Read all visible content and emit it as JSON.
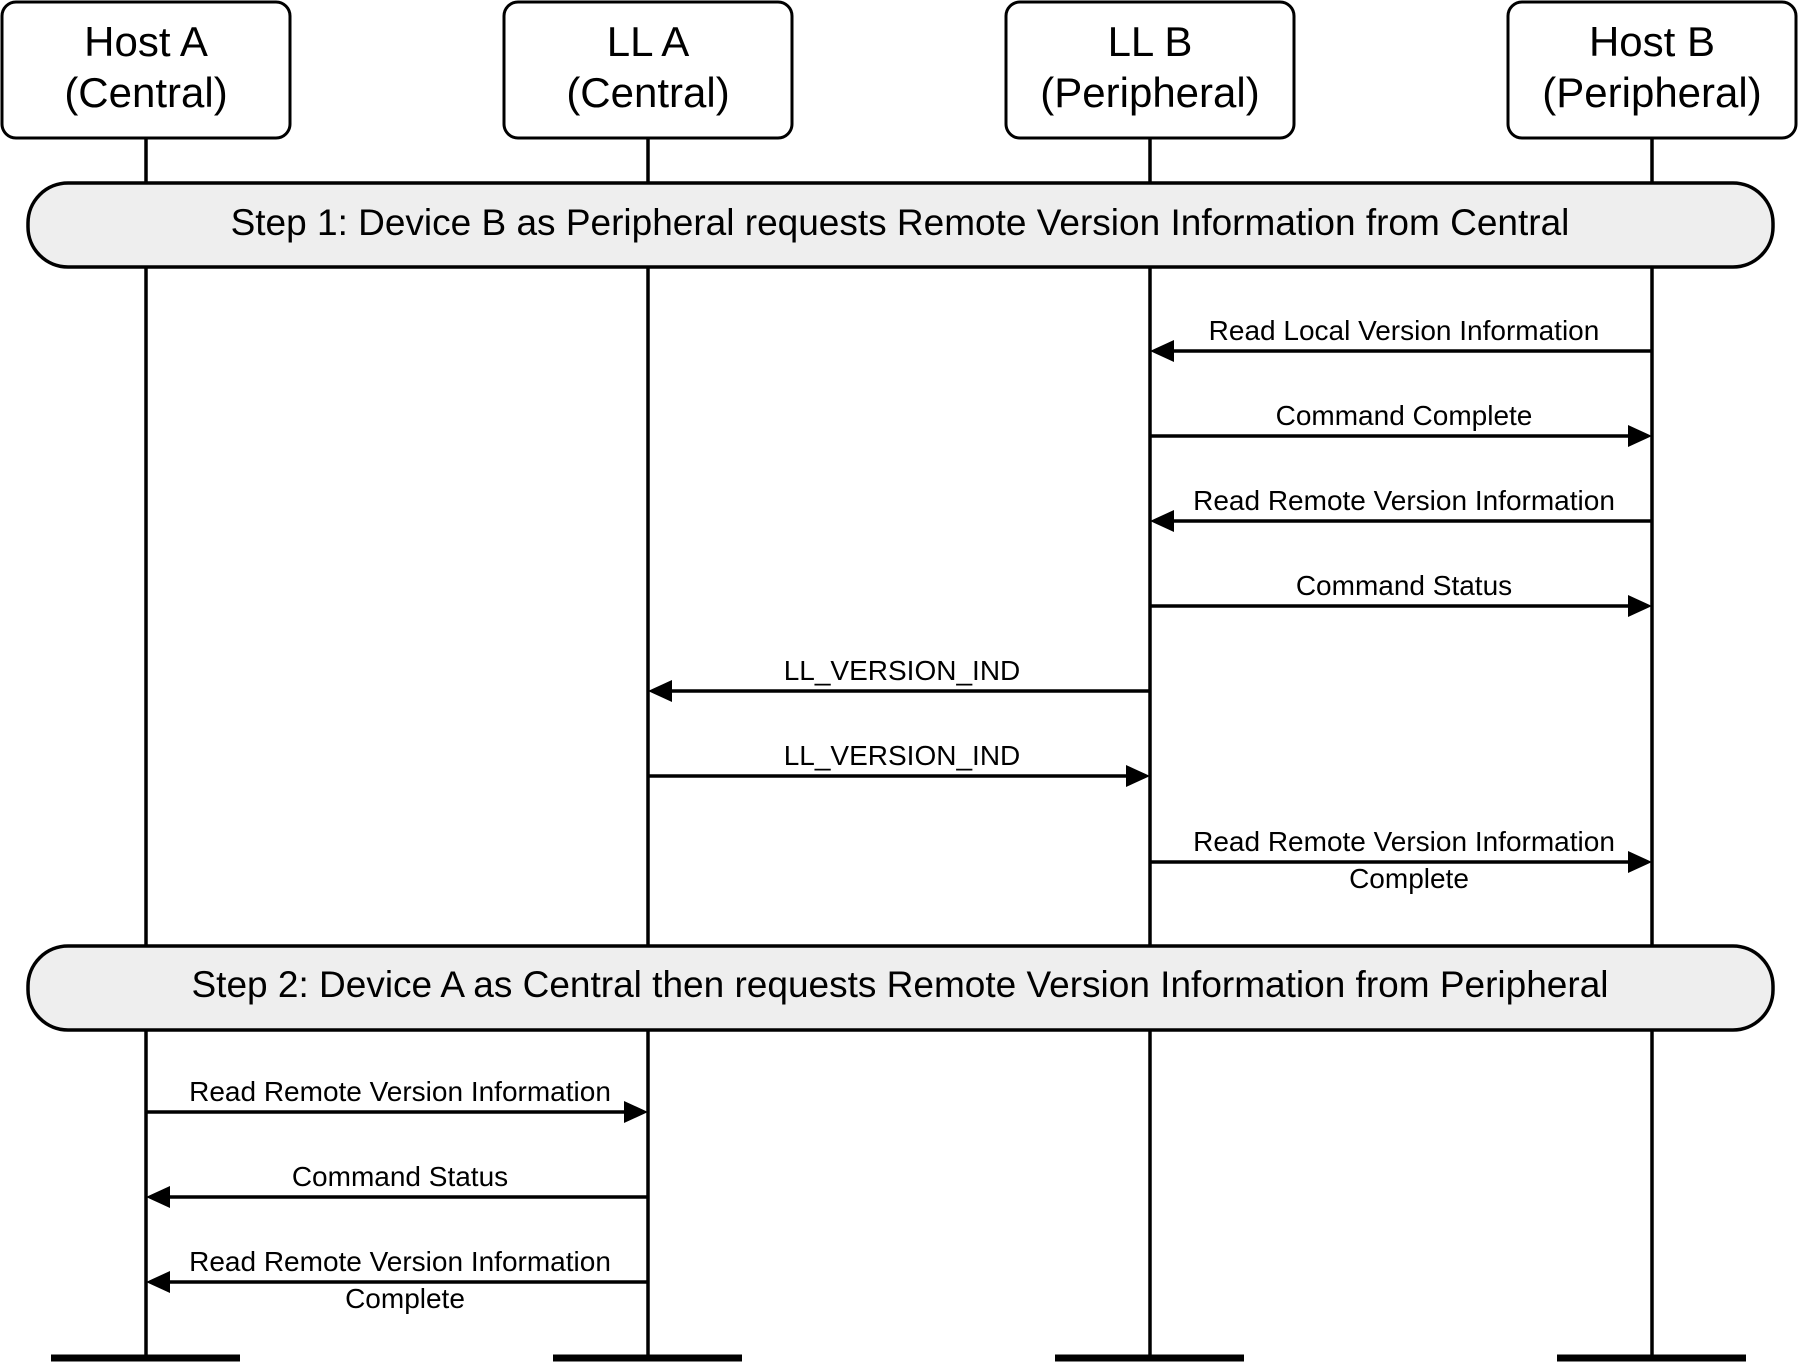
{
  "participants": [
    {
      "id": "host-a",
      "line1": "Host A",
      "line2": "(Central)"
    },
    {
      "id": "ll-a",
      "line1": "LL A",
      "line2": "(Central)"
    },
    {
      "id": "ll-b",
      "line1": "LL B",
      "line2": "(Peripheral)"
    },
    {
      "id": "host-b",
      "line1": "Host B",
      "line2": "(Peripheral)"
    }
  ],
  "steps": [
    {
      "id": "step-1",
      "label": "Step 1:  Device B as Peripheral requests Remote Version Information from Central"
    },
    {
      "id": "step-2",
      "label": "Step 2:  Device A as Central then requests Remote Version Information from Peripheral"
    }
  ],
  "messages": [
    {
      "from": 3,
      "to": 2,
      "line1": "Read Local Version Information",
      "line2": ""
    },
    {
      "from": 2,
      "to": 3,
      "line1": "Command Complete",
      "line2": ""
    },
    {
      "from": 3,
      "to": 2,
      "line1": "Read Remote Version Information",
      "line2": ""
    },
    {
      "from": 2,
      "to": 3,
      "line1": "Command Status",
      "line2": ""
    },
    {
      "from": 2,
      "to": 1,
      "line1": "LL_VERSION_IND",
      "line2": ""
    },
    {
      "from": 1,
      "to": 2,
      "line1": "LL_VERSION_IND",
      "line2": ""
    },
    {
      "from": 2,
      "to": 3,
      "line1": "Read Remote Version Information",
      "line2": "Complete"
    },
    {
      "from": 0,
      "to": 1,
      "line1": "Read Remote Version Information",
      "line2": ""
    },
    {
      "from": 1,
      "to": 0,
      "line1": "Command Status",
      "line2": ""
    },
    {
      "from": 1,
      "to": 0,
      "line1": "Read Remote Version Information",
      "line2": "Complete"
    }
  ]
}
